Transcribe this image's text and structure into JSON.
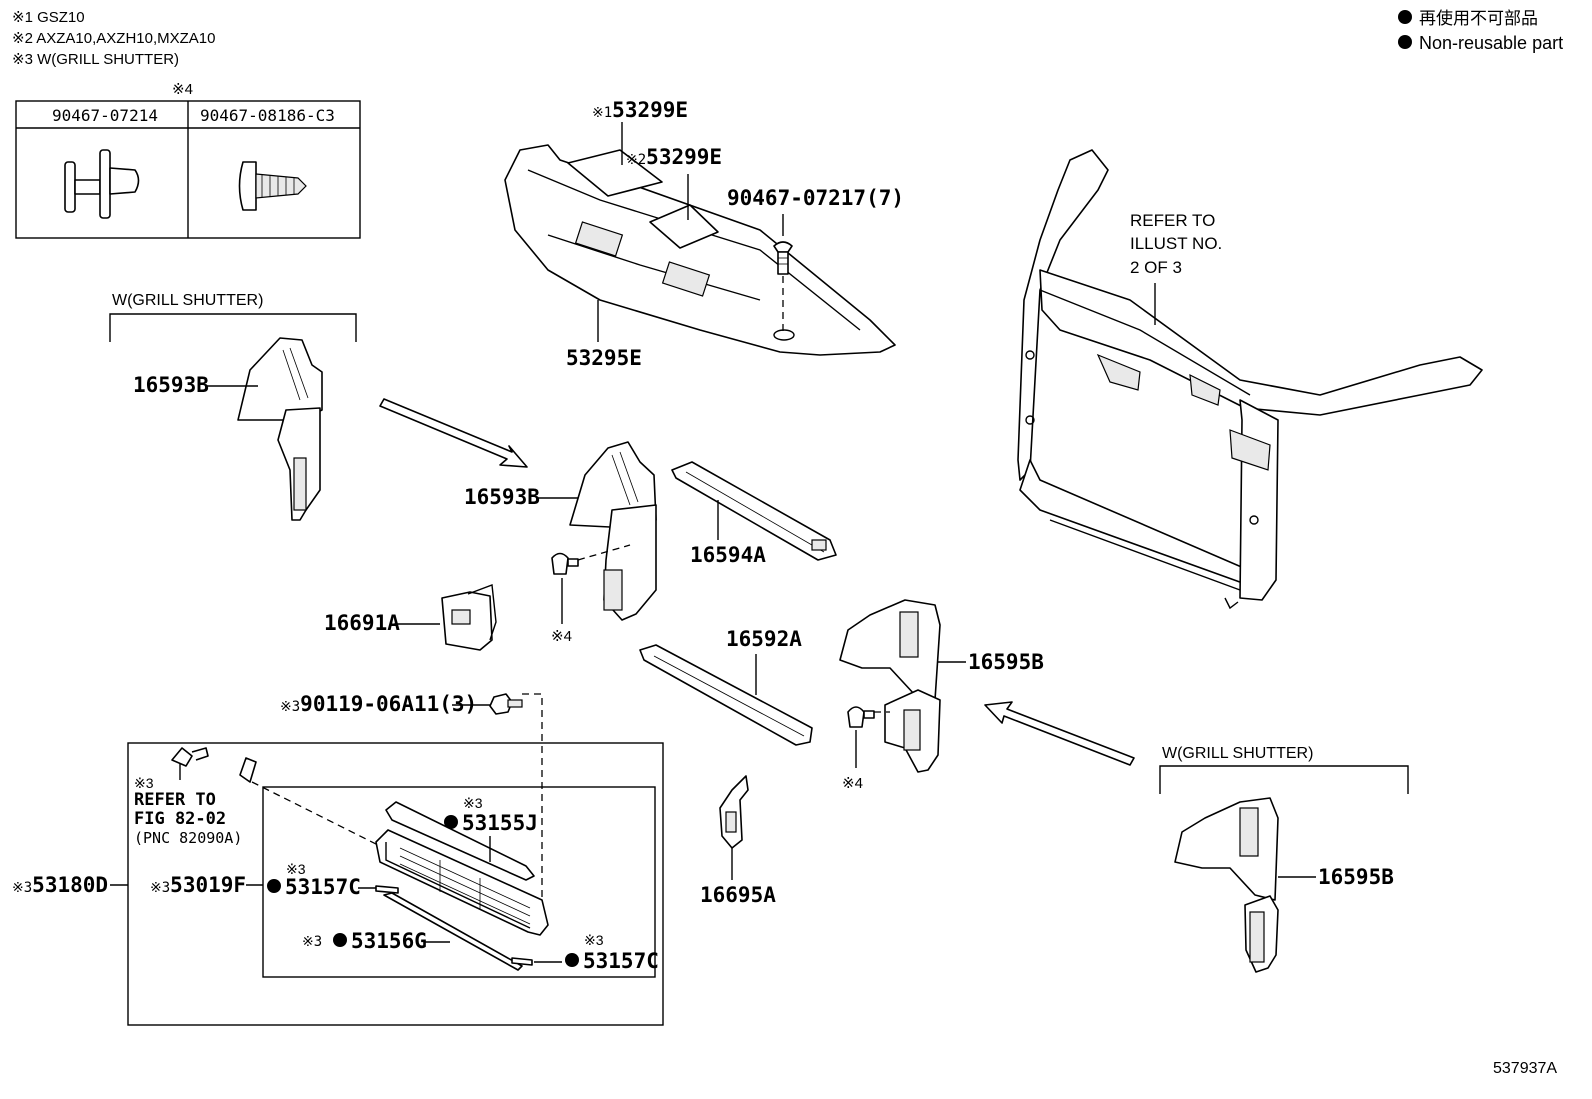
{
  "notes": {
    "n1": "※1 GSZ10",
    "n2": "※2 AXZA10,AXZH10,MXZA10",
    "n3": "※3 W(GRILL SHUTTER)"
  },
  "legend": {
    "jp": "再使用不可部品",
    "en": "Non-reusable part"
  },
  "fastener_table": {
    "note": "※4",
    "col1": "90467-07214",
    "col2": "90467-08186-C3"
  },
  "groups": {
    "left_grill": "W(GRILL SHUTTER)",
    "right_grill": "W(GRILL SHUTTER)"
  },
  "labels": {
    "p53299e_1_mark": "※1",
    "p53299e_1": "53299E",
    "p53299e_2_mark": "※2",
    "p53299e_2": "53299E",
    "p90467_07217": "90467-07217(7)",
    "p53295e": "53295E",
    "refer_1": "REFER TO",
    "refer_2": "ILLUST NO.",
    "refer_3": "2 OF 3",
    "p16593b_left": "16593B",
    "p16593b_mid": "16593B",
    "p16594a": "16594A",
    "p16691a": "16691A",
    "clip_mid_note": "※4",
    "p16592a": "16592A",
    "p16595b_mid": "16595B",
    "clip_right_note": "※4",
    "p90119_mark": "※3",
    "p90119": "90119-06A11(3)",
    "refer_fig_mark": "※3",
    "refer_fig_1": "REFER TO",
    "refer_fig_2": "FIG 82-02",
    "refer_fig_3": "(PNC 82090A)",
    "p53155j_mark": "※3",
    "p53155j": "53155J",
    "p53180d_mark": "※3",
    "p53180d": "53180D",
    "p53019f_mark": "※3",
    "p53019f": "53019F",
    "p53157c_1_mark": "※3",
    "p53157c_1": "53157C",
    "p53156g_mark": "※3",
    "p53156g": "53156G",
    "p53157c_2_mark": "※3",
    "p53157c_2": "53157C",
    "p16695a": "16695A",
    "p16595b_right": "16595B",
    "illustration_id": "537937A"
  }
}
